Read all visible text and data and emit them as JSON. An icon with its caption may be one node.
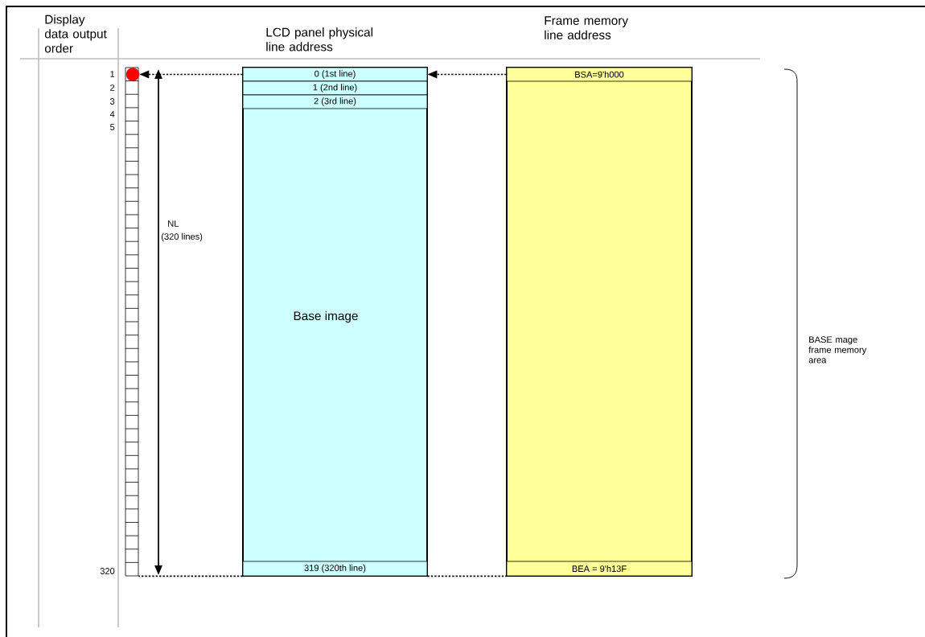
{
  "diagram": {
    "nodes": [
      {
        "text": [
          "LCD panel physical line address",
          "Base image"
        ]
      },
      {
        "text": [
          "0 (1st line)"
        ],
        "in": 0
      },
      {
        "text": [
          "1 (2nd line)"
        ],
        "in": 0
      },
      {
        "text": [
          "2 (3rd line)"
        ],
        "in": 0
      },
      {
        "text": [
          "319 (320th line)"
        ],
        "in": 0
      },
      {
        "text": [
          "Frame memory line address"
        ]
      },
      {
        "text": [
          "BSA=9'h000"
        ],
        "in": 5
      },
      {
        "text": [
          "BEA = 9'h13F"
        ],
        "in": 5
      },
      {
        "text": [],
        "shape": "bar"
      },
      {
        "text": [],
        "shape": "circle",
        "in": 8
      }
    ],
    "edges": [
      {
        "from": 1,
        "to": 9,
        "arrow": "to",
        "style": "dashed"
      },
      {
        "from": 6,
        "to": 1,
        "arrow": "to",
        "style": "dashed"
      },
      {
        "from": 4,
        "to": 8,
        "arrow": "none",
        "style": "dashed"
      },
      {
        "from": 4,
        "to": 7,
        "arrow": "none",
        "style": "dashed"
      }
    ],
    "labels": [
      "Display data output order",
      "1",
      "2",
      "3",
      "4",
      "5",
      "NL",
      "(320 lines)",
      "BASE mage frame memory area",
      "320"
    ]
  }
}
